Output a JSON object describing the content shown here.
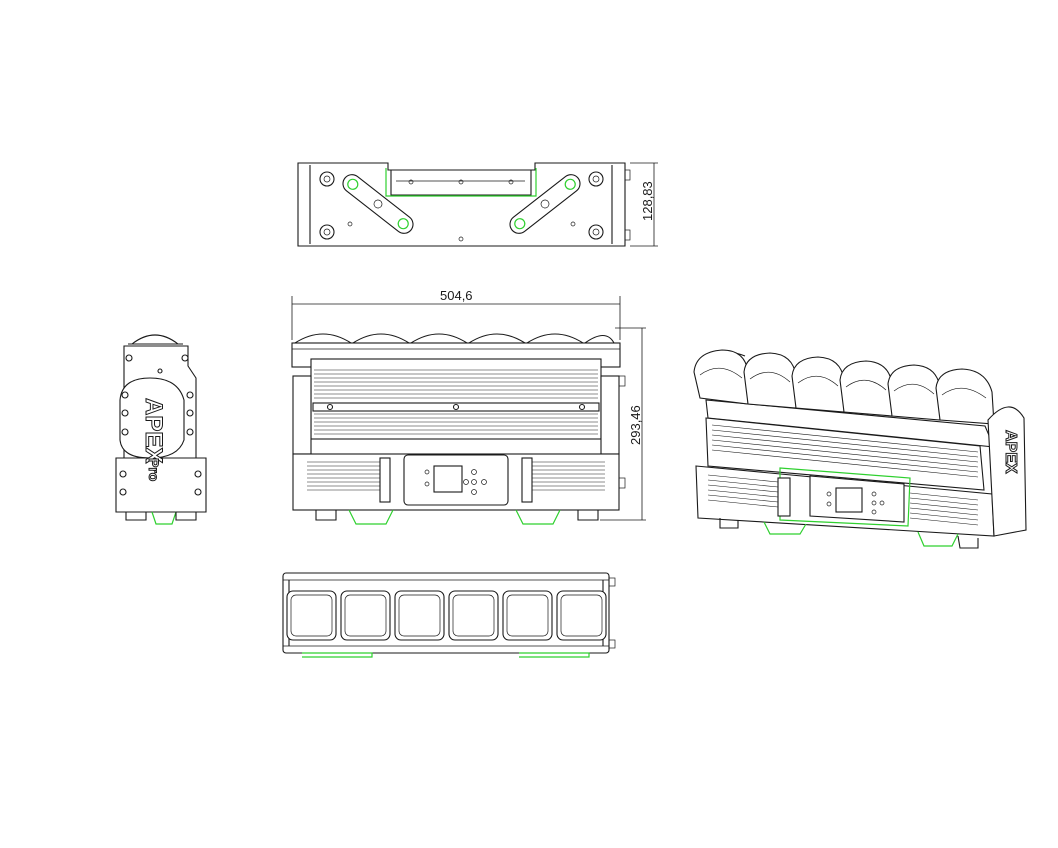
{
  "dimensions": {
    "width": "504,6",
    "height": "293,46",
    "depth": "128,83"
  },
  "branding": {
    "logo_main": "APEX",
    "logo_sub": "Pro"
  },
  "colors": {
    "line": "#1a1a1a",
    "highlight": "#2fd02f",
    "background": "#ffffff"
  }
}
